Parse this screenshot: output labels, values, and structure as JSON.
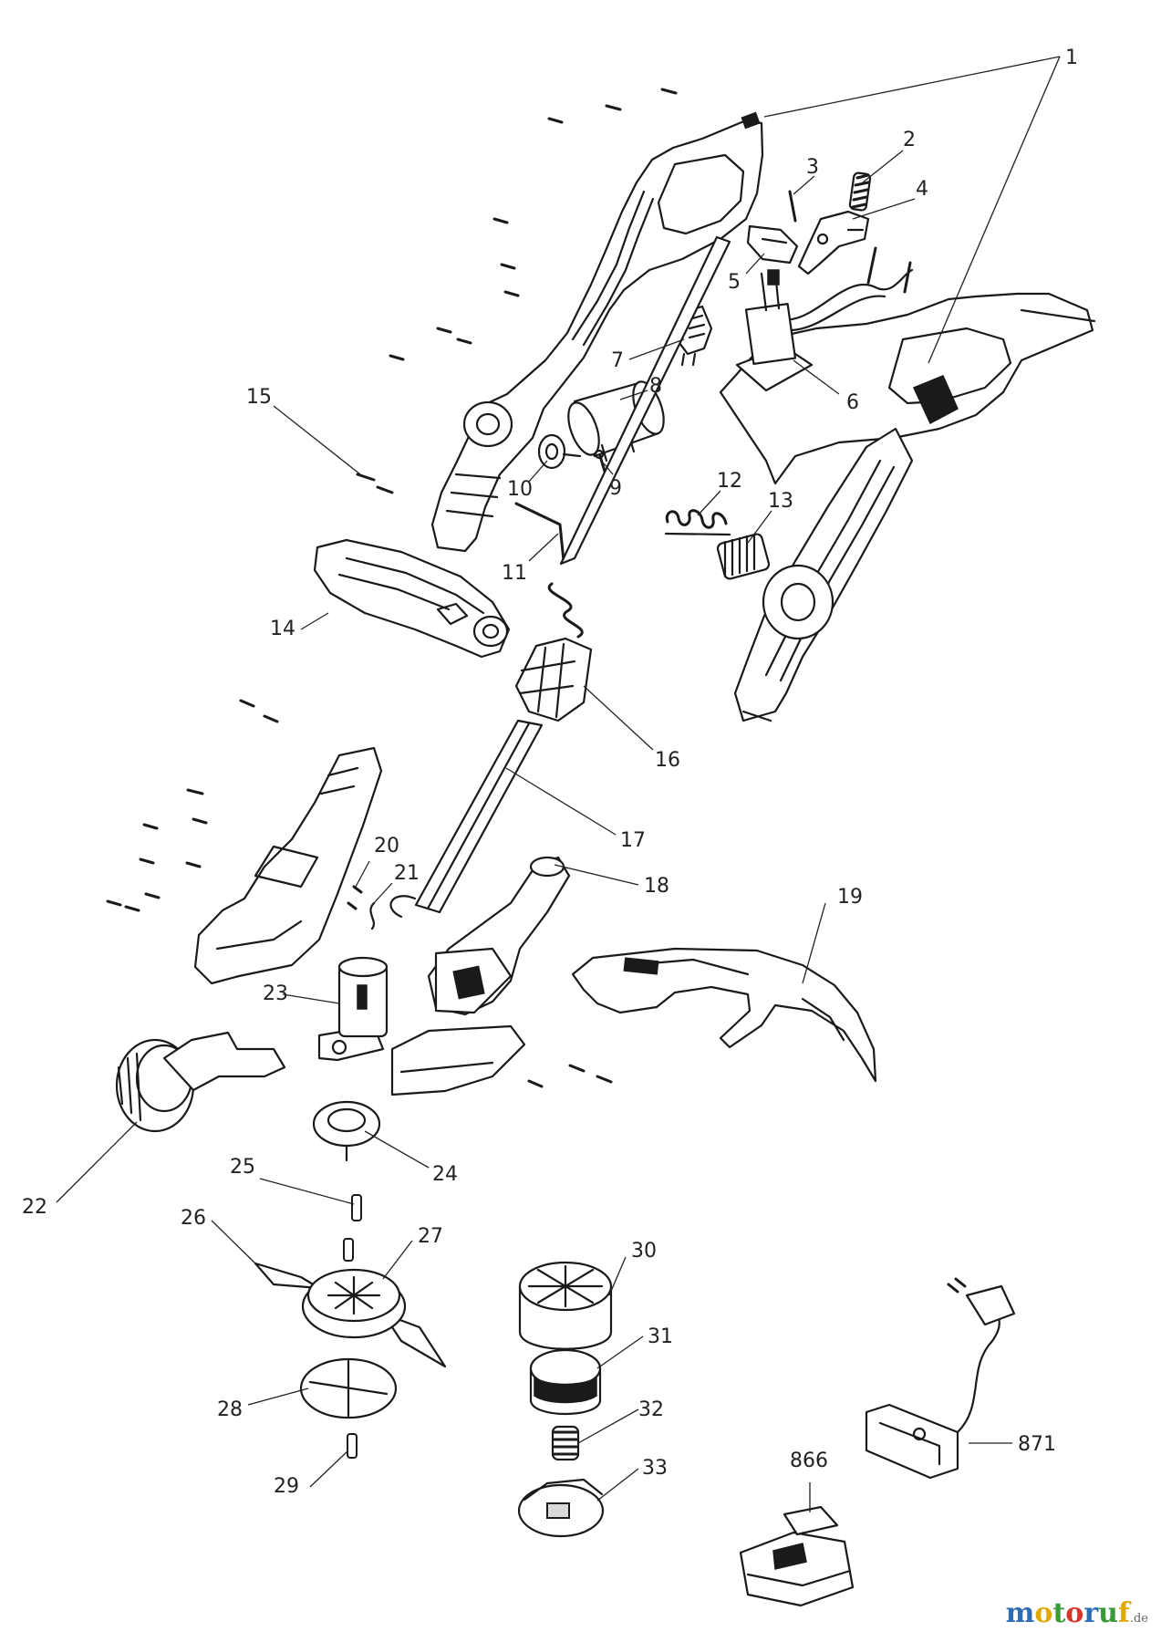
{
  "callouts": [
    {
      "id": "1",
      "label": "1"
    },
    {
      "id": "2",
      "label": "2"
    },
    {
      "id": "3",
      "label": "3"
    },
    {
      "id": "4",
      "label": "4"
    },
    {
      "id": "5",
      "label": "5"
    },
    {
      "id": "6",
      "label": "6"
    },
    {
      "id": "7",
      "label": "7"
    },
    {
      "id": "8",
      "label": "8"
    },
    {
      "id": "9",
      "label": "9"
    },
    {
      "id": "10",
      "label": "10"
    },
    {
      "id": "11",
      "label": "11"
    },
    {
      "id": "12",
      "label": "12"
    },
    {
      "id": "13",
      "label": "13"
    },
    {
      "id": "14",
      "label": "14"
    },
    {
      "id": "15",
      "label": "15"
    },
    {
      "id": "16",
      "label": "16"
    },
    {
      "id": "17",
      "label": "17"
    },
    {
      "id": "18",
      "label": "18"
    },
    {
      "id": "19",
      "label": "19"
    },
    {
      "id": "20",
      "label": "20"
    },
    {
      "id": "21",
      "label": "21"
    },
    {
      "id": "22",
      "label": "22"
    },
    {
      "id": "23",
      "label": "23"
    },
    {
      "id": "24",
      "label": "24"
    },
    {
      "id": "25",
      "label": "25"
    },
    {
      "id": "26",
      "label": "26"
    },
    {
      "id": "27",
      "label": "27"
    },
    {
      "id": "28",
      "label": "28"
    },
    {
      "id": "29",
      "label": "29"
    },
    {
      "id": "30",
      "label": "30"
    },
    {
      "id": "31",
      "label": "31"
    },
    {
      "id": "32",
      "label": "32"
    },
    {
      "id": "33",
      "label": "33"
    },
    {
      "id": "866",
      "label": "866"
    },
    {
      "id": "871",
      "label": "871"
    }
  ],
  "brand": {
    "letters": [
      "m",
      "o",
      "t",
      "o",
      "r",
      "u",
      "f"
    ],
    "letter_colors": [
      "#2e6db4",
      "#e0a800",
      "#3a9a3a",
      "#d9342b",
      "#2e6db4",
      "#3a9a3a",
      "#e0a800"
    ],
    "suffix": ".de",
    "suffix_color": "#666666"
  }
}
